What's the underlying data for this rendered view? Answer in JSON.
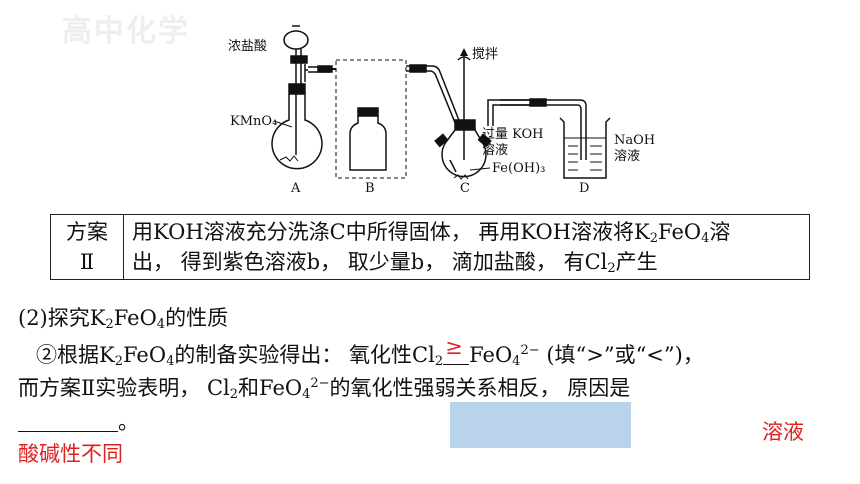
{
  "watermark": "高中化学",
  "apparatus": {
    "label_conc_hcl": "浓盐酸",
    "label_kmno4": "KMnO₄",
    "label_stir": "搅拌",
    "label_excess_koh_1": "过量 KOH",
    "label_excess_koh_2": "溶液",
    "label_feoh3": "Fe(OH)₃",
    "label_naoh_1": "NaOH",
    "label_naoh_2": "溶液",
    "letters": [
      "A",
      "B",
      "C",
      "D"
    ]
  },
  "scheme": {
    "label_1": "方案",
    "label_2": "Ⅱ",
    "line1_a": "用KOH溶液充分洗涤C中所得固体，  再用KOH溶液将K",
    "line1_sub1": "2",
    "line1_b": "FeO",
    "line1_sub2": "4",
    "line1_c": "溶",
    "line2_a": "出，  得到紫色溶液b，  取少量b，  滴加盐酸，  有Cl",
    "line2_sub": "2",
    "line2_b": "产生"
  },
  "question": {
    "heading_a": "(2)探究K",
    "heading_sub1": "2",
    "heading_b": "FeO",
    "heading_sub2": "4",
    "heading_c": "的性质",
    "q1_a": "②根据K",
    "q1_sub1": "2",
    "q1_b": "FeO",
    "q1_sub2": "4",
    "q1_c": "的制备实验得出：  氧化性Cl",
    "q1_sub3": "2",
    "q1_answer": "≥",
    "q1_d": "FeO",
    "q1_sub4": "4",
    "q1_sup": "2−",
    "q1_e": "(填“>”或“<”)，",
    "q2_a": "而方案Ⅱ实验表明，  Cl",
    "q2_sub1": "2",
    "q2_b": "和FeO",
    "q2_sub2": "4",
    "q2_sup": "2−",
    "q2_c": "的氧化性强弱关系相反，  原因是",
    "q3_end": "。",
    "answer_reason": "酸碱性不同",
    "side_answer": "溶液"
  }
}
